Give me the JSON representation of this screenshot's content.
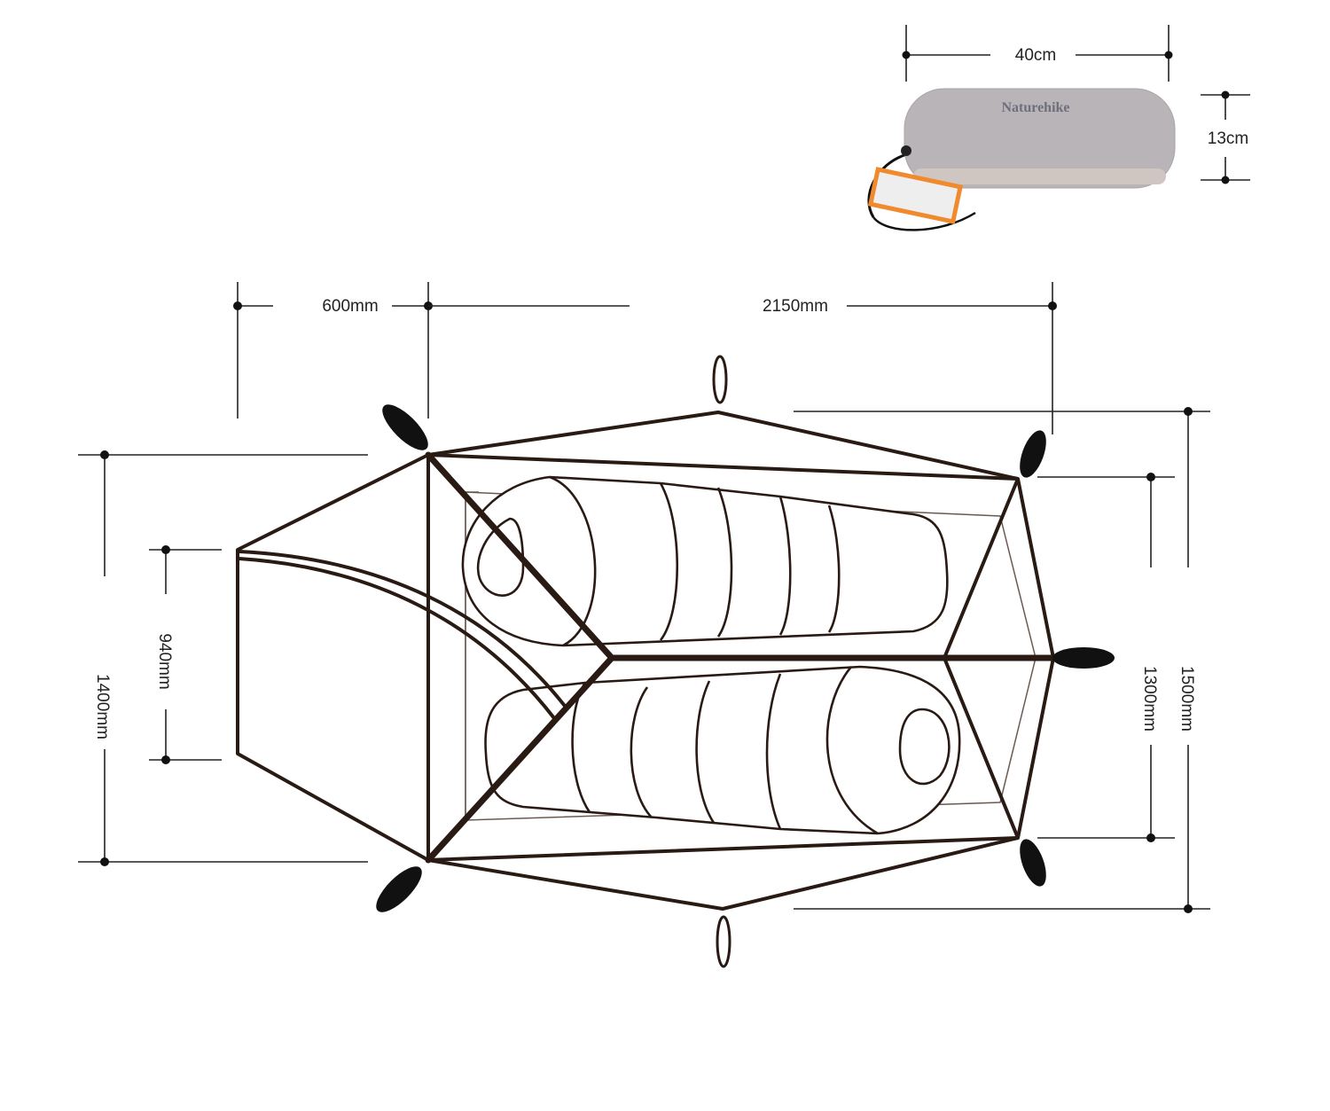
{
  "pack": {
    "width_label": "40cm",
    "height_label": "13cm",
    "brand": "Naturehike"
  },
  "tent": {
    "vestibule_depth_label": "600mm",
    "inner_length_label": "2150mm",
    "rear_width_label": "1400mm",
    "vestibule_width_label": "940mm",
    "inner_width_label": "1300mm",
    "outer_width_label": "1500mm"
  },
  "colors": {
    "outline": "#2a1a14",
    "bag": "#b5b0b3"
  }
}
